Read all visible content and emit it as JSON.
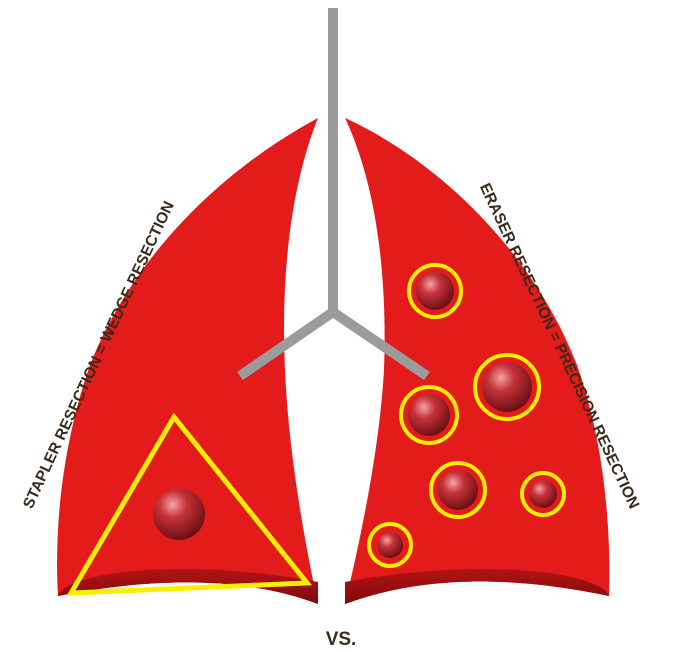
{
  "labels": {
    "left": "STAPLER RESECTION = WEDGE RESECTION",
    "right": "ERASER RESECTION = PRECISION RESECTION",
    "center": "VS."
  },
  "colors": {
    "lung": "#e31b1b",
    "lung_base": "#a30f0f",
    "airway": "#9b9b9b",
    "outline": "#f8ee00",
    "nodule": "#c0252b",
    "text": "#3a2a1a"
  },
  "icons": {
    "airway": "trachea-bronchi-icon",
    "left_lung": "left-lung-icon",
    "right_lung": "right-lung-icon",
    "nodule": "tumor-nodule-icon"
  }
}
